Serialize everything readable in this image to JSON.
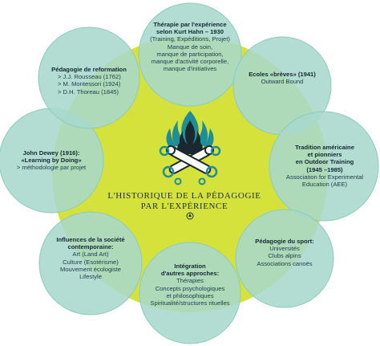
{
  "center": {
    "title_line1": "L'HISTORIQUE DE LA PÉDAGOGIE",
    "title_line2": "PAR L'EXPÉRIENCE"
  },
  "colors": {
    "center_fill": "#d5e23c",
    "bubble_fill": "#a9d8cc",
    "bubble_stroke": "#8ccbbd",
    "logo_teal": "#1f8e97",
    "logo_dark": "#1b2830"
  },
  "bubbles": [
    {
      "id": "hahn",
      "title": [
        "Thérapie par l'expérience",
        "selon Kurt Hahn – 1930"
      ],
      "lines": [
        "(Training, Expéditions, Projet)",
        "Manque de soin,",
        "manque de participation,",
        "manque d'activité corporelle,",
        "manque d'initiatives"
      ]
    },
    {
      "id": "ecoles",
      "title": [
        "Ecoles «brèves» (1941)"
      ],
      "lines": [
        "Outward Bound"
      ]
    },
    {
      "id": "tradition",
      "title": [
        "Tradition américaine",
        "et pionniers",
        "en Outdoor Training",
        "(1945 –1985)"
      ],
      "lines": [
        "Association for Experimental",
        "Education (AEE)"
      ]
    },
    {
      "id": "sport",
      "title": [
        "Pédagogie du sport:"
      ],
      "lines": [
        "Universités",
        "Clubs alpins",
        "Associations canoës"
      ]
    },
    {
      "id": "integration",
      "title": [
        "Intégration",
        "d'autres approches:"
      ],
      "lines": [
        "Thérapies",
        "Concepts psychologiques",
        "et philosophiques",
        "Spiritualité/structures rituelles"
      ]
    },
    {
      "id": "influences",
      "title": [
        "Influences de la société",
        "contemporaine:"
      ],
      "lines": [
        "Art (Land Art)",
        "Culture (Esotérisme)",
        "Mouvement écologiste",
        "Lifestyle"
      ]
    },
    {
      "id": "dewey",
      "title": [
        "John Dewey (1916):",
        "«Learning by Doing»"
      ],
      "lines": [
        "> méthodologie par projet"
      ]
    },
    {
      "id": "reformation",
      "title": [
        "Pédagogie de reformation"
      ],
      "lines": [
        "> J.J. Rousseau  (1762)",
        "> M. Montessori (1924)",
        "> D.H. Thoreau   (1845)"
      ]
    }
  ]
}
